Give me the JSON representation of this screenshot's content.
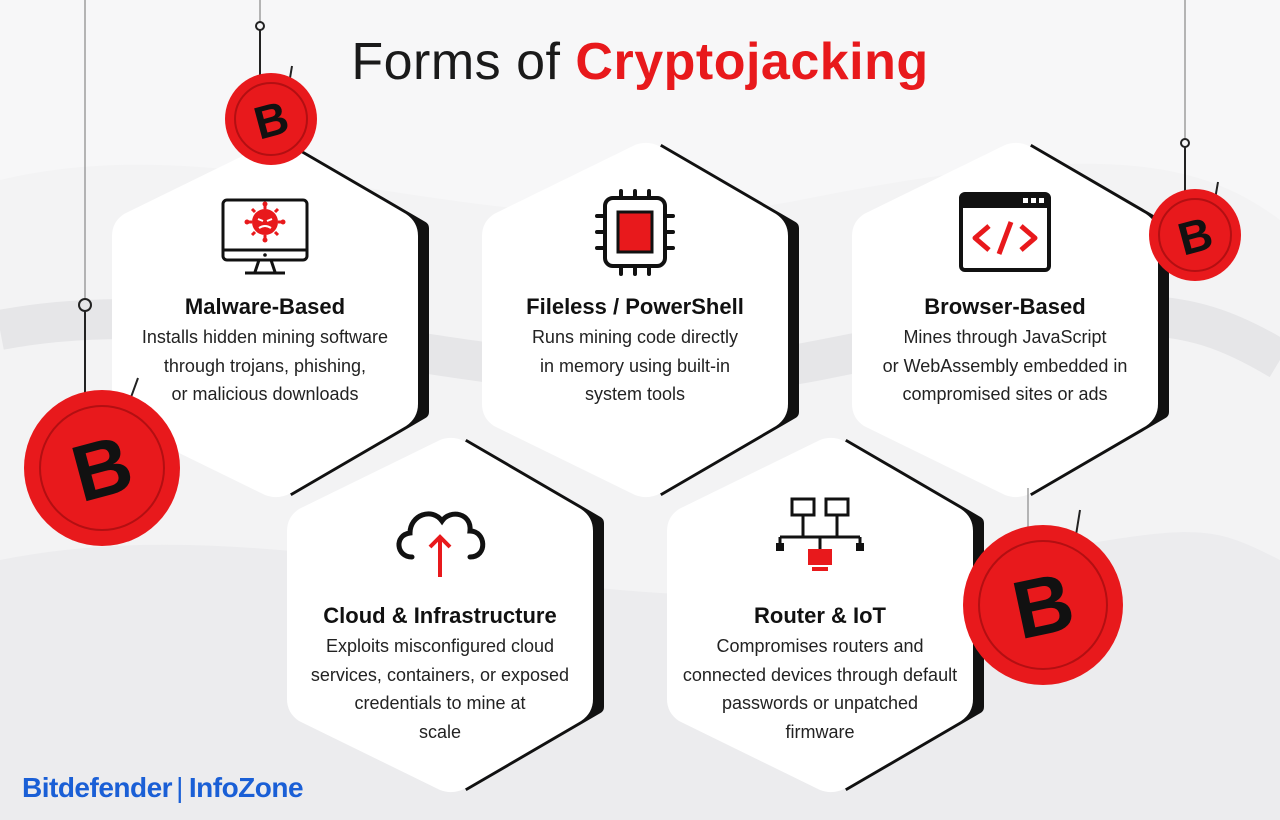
{
  "header": {
    "title_prefix": "Forms of",
    "title_accent": "Cryptojacking"
  },
  "cards": [
    {
      "icon": "infected-monitor-icon",
      "title": "Malware-Based",
      "lines": [
        "Installs hidden mining software",
        "through trojans, phishing,",
        "or malicious downloads"
      ]
    },
    {
      "icon": "processor-chip-icon",
      "title": "Fileless / PowerShell",
      "lines": [
        "Runs mining code directly",
        "in memory using built-in",
        "system tools"
      ]
    },
    {
      "icon": "code-window-icon",
      "title": "Browser-Based",
      "lines": [
        "Mines through JavaScript",
        "or WebAssembly embedded in",
        "compromised sites or ads"
      ]
    },
    {
      "icon": "cloud-upload-icon",
      "title": "Cloud & Infrastructure",
      "lines": [
        "Exploits misconfigured cloud",
        "services, containers, or exposed",
        "credentials to mine at",
        "scale"
      ]
    },
    {
      "icon": "network-devices-icon",
      "title": "Router & IoT",
      "lines": [
        "Compromises routers and",
        "connected devices through default",
        "passwords or unpatched",
        "firmware"
      ]
    }
  ],
  "coins": {
    "symbol": "B",
    "color": "#e8191c"
  },
  "footer": {
    "brand": "Bitdefender",
    "separator": "|",
    "section": "InfoZone"
  },
  "colors": {
    "accent": "#e8191c",
    "brand": "#1a5fd6",
    "text": "#1a1a1a"
  }
}
